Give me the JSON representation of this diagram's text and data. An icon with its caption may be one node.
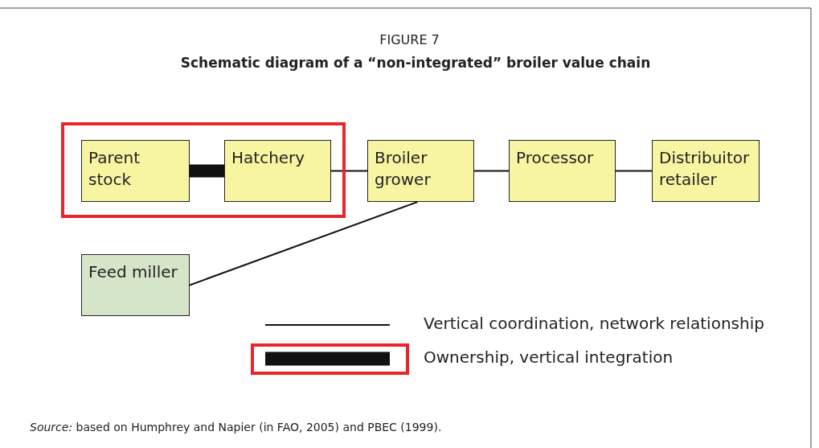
{
  "diagram": {
    "title": "Schematic diagram of a “non-integrated” broiler value chain",
    "caption": "*Source:* based on Humphrey and Napier (in FAO, 2005) and PBEC (1999).",
    "labels": [
      "FIGURE 7"
    ],
    "nodes": [
      {
        "text": [],
        "shape": "box"
      },
      {
        "text": [
          "Parent stock"
        ],
        "in": 0
      },
      {
        "text": [
          "Hatchery"
        ],
        "in": 0
      },
      {
        "text": [
          "Broiler grower"
        ]
      },
      {
        "text": [
          "Processor"
        ]
      },
      {
        "text": [
          "Distribuitor retailer"
        ]
      },
      {
        "text": [
          "Feed miller"
        ]
      }
    ],
    "edges": [
      {
        "from": 1,
        "to": 2,
        "arrow": "none",
        "style": "thick"
      },
      {
        "from": 2,
        "to": 3,
        "arrow": "none"
      },
      {
        "from": 3,
        "to": 4,
        "arrow": "none"
      },
      {
        "from": 4,
        "to": 5,
        "arrow": "none"
      },
      {
        "from": 6,
        "to": 3,
        "arrow": "none"
      }
    ],
    "legend": [
      {
        "text": "Vertical coordination, network relationship"
      },
      {
        "text": "Ownership, vertical integration"
      }
    ]
  }
}
